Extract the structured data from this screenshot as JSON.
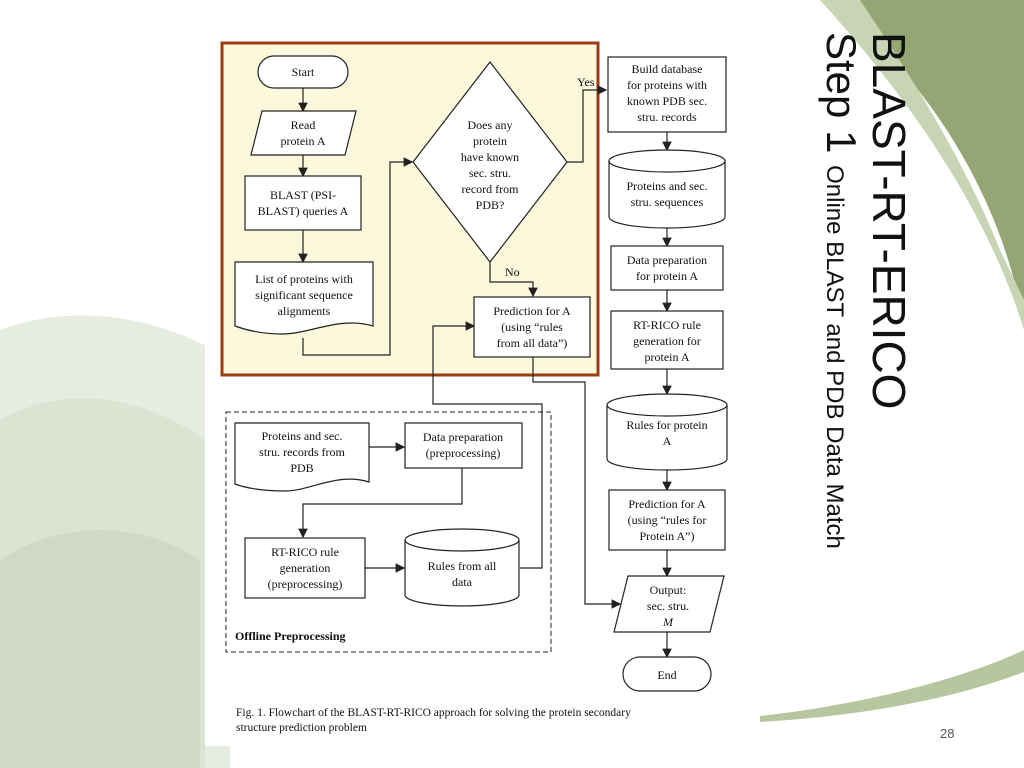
{
  "slide": {
    "title": "BLAST-RT-ERICO",
    "step_label": "Step 1",
    "step_desc": "Online BLAST and PDB Data Match",
    "page_number": "28",
    "colors": {
      "accent": "#93a673",
      "light": "#dfe6d2",
      "highlight_fill": "#fbf8dc",
      "highlight_border": "#9c3c14"
    }
  },
  "figure": {
    "caption_line1": "Fig. 1. Flowchart of the BLAST-RT-RICO approach for solving the protein secondary",
    "caption_line2": "structure prediction problem",
    "nodes": {
      "start": "Start",
      "read1": "Read",
      "read2": "protein A",
      "blast1": "BLAST (PSI-",
      "blast2": "BLAST) queries A",
      "list1": "List of proteins with",
      "list2": "significant sequence",
      "list3": "alignments",
      "dec1": "Does any",
      "dec2": "protein",
      "dec3": "have known",
      "dec4": "sec. stru.",
      "dec5": "record from",
      "dec6": "PDB?",
      "yes": "Yes",
      "no": "No",
      "predall1": "Prediction for A",
      "predall2": "(using “rules",
      "predall3": "from all data”)",
      "build1": "Build database",
      "build2": "for proteins with",
      "build3": "known PDB sec.",
      "build4": "stru. records",
      "protdb1": "Proteins and sec.",
      "protdb2": "stru. sequences",
      "dataprep1": "Data preparation",
      "dataprep2": "for protein A",
      "rtrico1": "RT-RICO rule",
      "rtrico2": "generation for",
      "rtrico3": "protein A",
      "rulesA1": "Rules for protein",
      "rulesA2": "A",
      "predA1": "Prediction for A",
      "predA2": "(using “rules for",
      "predA3": "Protein A”)",
      "out1": "Output:",
      "out2": "sec. stru.",
      "out3": "M",
      "end": "End",
      "offdoc1": "Proteins and sec.",
      "offdoc2": "stru. records from",
      "offdoc3": "PDB",
      "offprep1": "Data preparation",
      "offprep2": "(preprocessing)",
      "offrt1": "RT-RICO rule",
      "offrt2": "generation",
      "offrt3": "(preprocessing)",
      "offrules1": "Rules from all",
      "offrules2": "data",
      "offline_label": "Offline Preprocessing"
    }
  }
}
